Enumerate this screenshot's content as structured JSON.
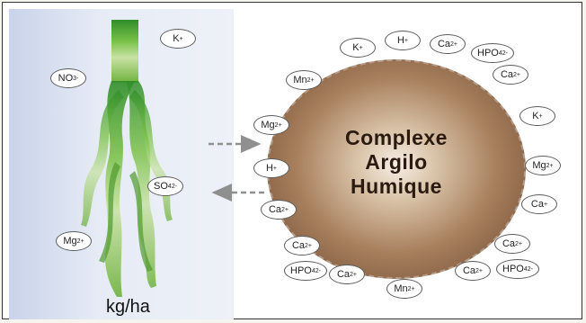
{
  "complexe": {
    "line1": "Complexe",
    "line2": "Argilo",
    "line3": "Humique"
  },
  "unit_label": "kg/ha",
  "ions_left": [
    {
      "base": "K",
      "sup": "+",
      "sub": ""
    },
    {
      "base": "NO",
      "sub": "3",
      "sup": "-"
    },
    {
      "base": "SO",
      "sub": "4",
      "sup": "2-"
    },
    {
      "base": "Mg",
      "sub": "",
      "sup": "2+"
    }
  ],
  "ions_around": [
    {
      "base": "K",
      "sub": "",
      "sup": "+"
    },
    {
      "base": "H",
      "sub": "",
      "sup": "+"
    },
    {
      "base": "Ca",
      "sub": "",
      "sup": "2+"
    },
    {
      "base": "HPO",
      "sub": "4",
      "sup": "2-"
    },
    {
      "base": "Mn",
      "sub": "",
      "sup": "2+"
    },
    {
      "base": "Ca",
      "sub": "",
      "sup": "2+"
    },
    {
      "base": "Mg",
      "sub": "",
      "sup": "2+"
    },
    {
      "base": "K",
      "sub": "",
      "sup": "+"
    },
    {
      "base": "H",
      "sub": "",
      "sup": "+"
    },
    {
      "base": "Mg",
      "sub": "",
      "sup": "2+"
    },
    {
      "base": "Ca",
      "sub": "",
      "sup": "2+"
    },
    {
      "base": "Ca",
      "sub": "",
      "sup": "+"
    },
    {
      "base": "Ca",
      "sub": "",
      "sup": "2+"
    },
    {
      "base": "Ca",
      "sub": "",
      "sup": "2+"
    },
    {
      "base": "HPO",
      "sub": "4",
      "sup": "2-"
    },
    {
      "base": "Ca",
      "sub": "",
      "sup": "2+"
    },
    {
      "base": "Ca",
      "sub": "",
      "sup": "2+"
    },
    {
      "base": "HPO",
      "sub": "4",
      "sup": "2-"
    },
    {
      "base": "Mn",
      "sub": "",
      "sup": "2+"
    }
  ],
  "colors": {
    "arrow": "#8f8f8f",
    "root": "#5fa83a",
    "sphere_core": "#f6eee4",
    "sphere_edge": "#6d4b33"
  }
}
